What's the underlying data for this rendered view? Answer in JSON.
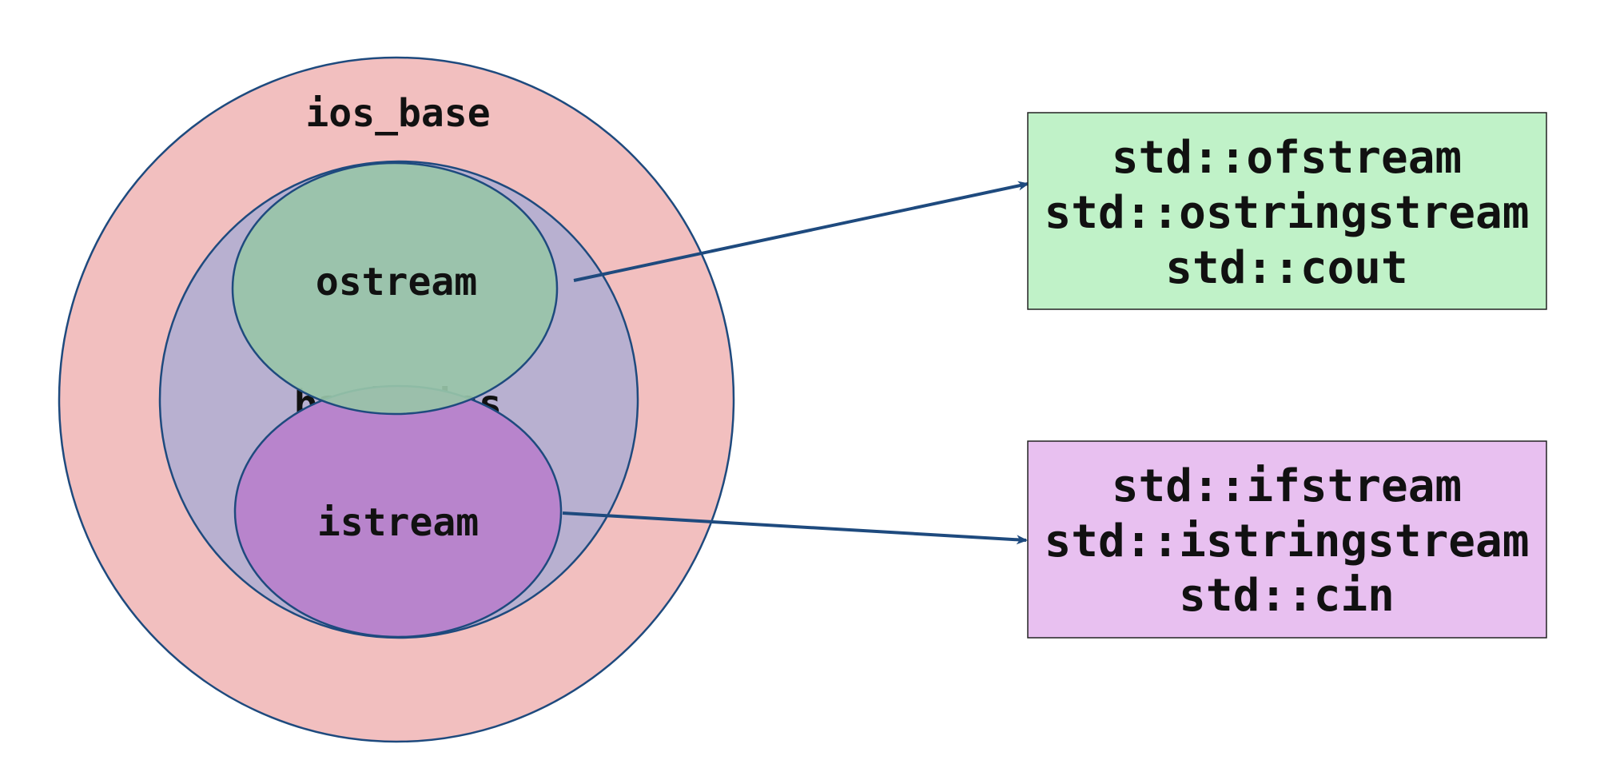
{
  "diagram": {
    "ios_base": {
      "label": "ios_base"
    },
    "basic_ios": {
      "label": "basic_ios"
    },
    "ostream": {
      "label": "ostream"
    },
    "istream": {
      "label": "istream"
    },
    "output_box": {
      "lines": [
        "std::ofstream",
        "std::ostringstream",
        "std::cout"
      ]
    },
    "input_box": {
      "lines": [
        "std::ifstream",
        "std::istringstream",
        "std::cin"
      ]
    },
    "colors": {
      "ios_base_fill": "#f2bfbf",
      "basic_ios_fill": "#b8b0d0",
      "ostream_fill": "#98c4a8",
      "istream_fill": "#b884cc",
      "output_box_fill": "#c0f2c8",
      "input_box_fill": "#e8c0f0",
      "stroke": "#1e4a7e"
    }
  }
}
